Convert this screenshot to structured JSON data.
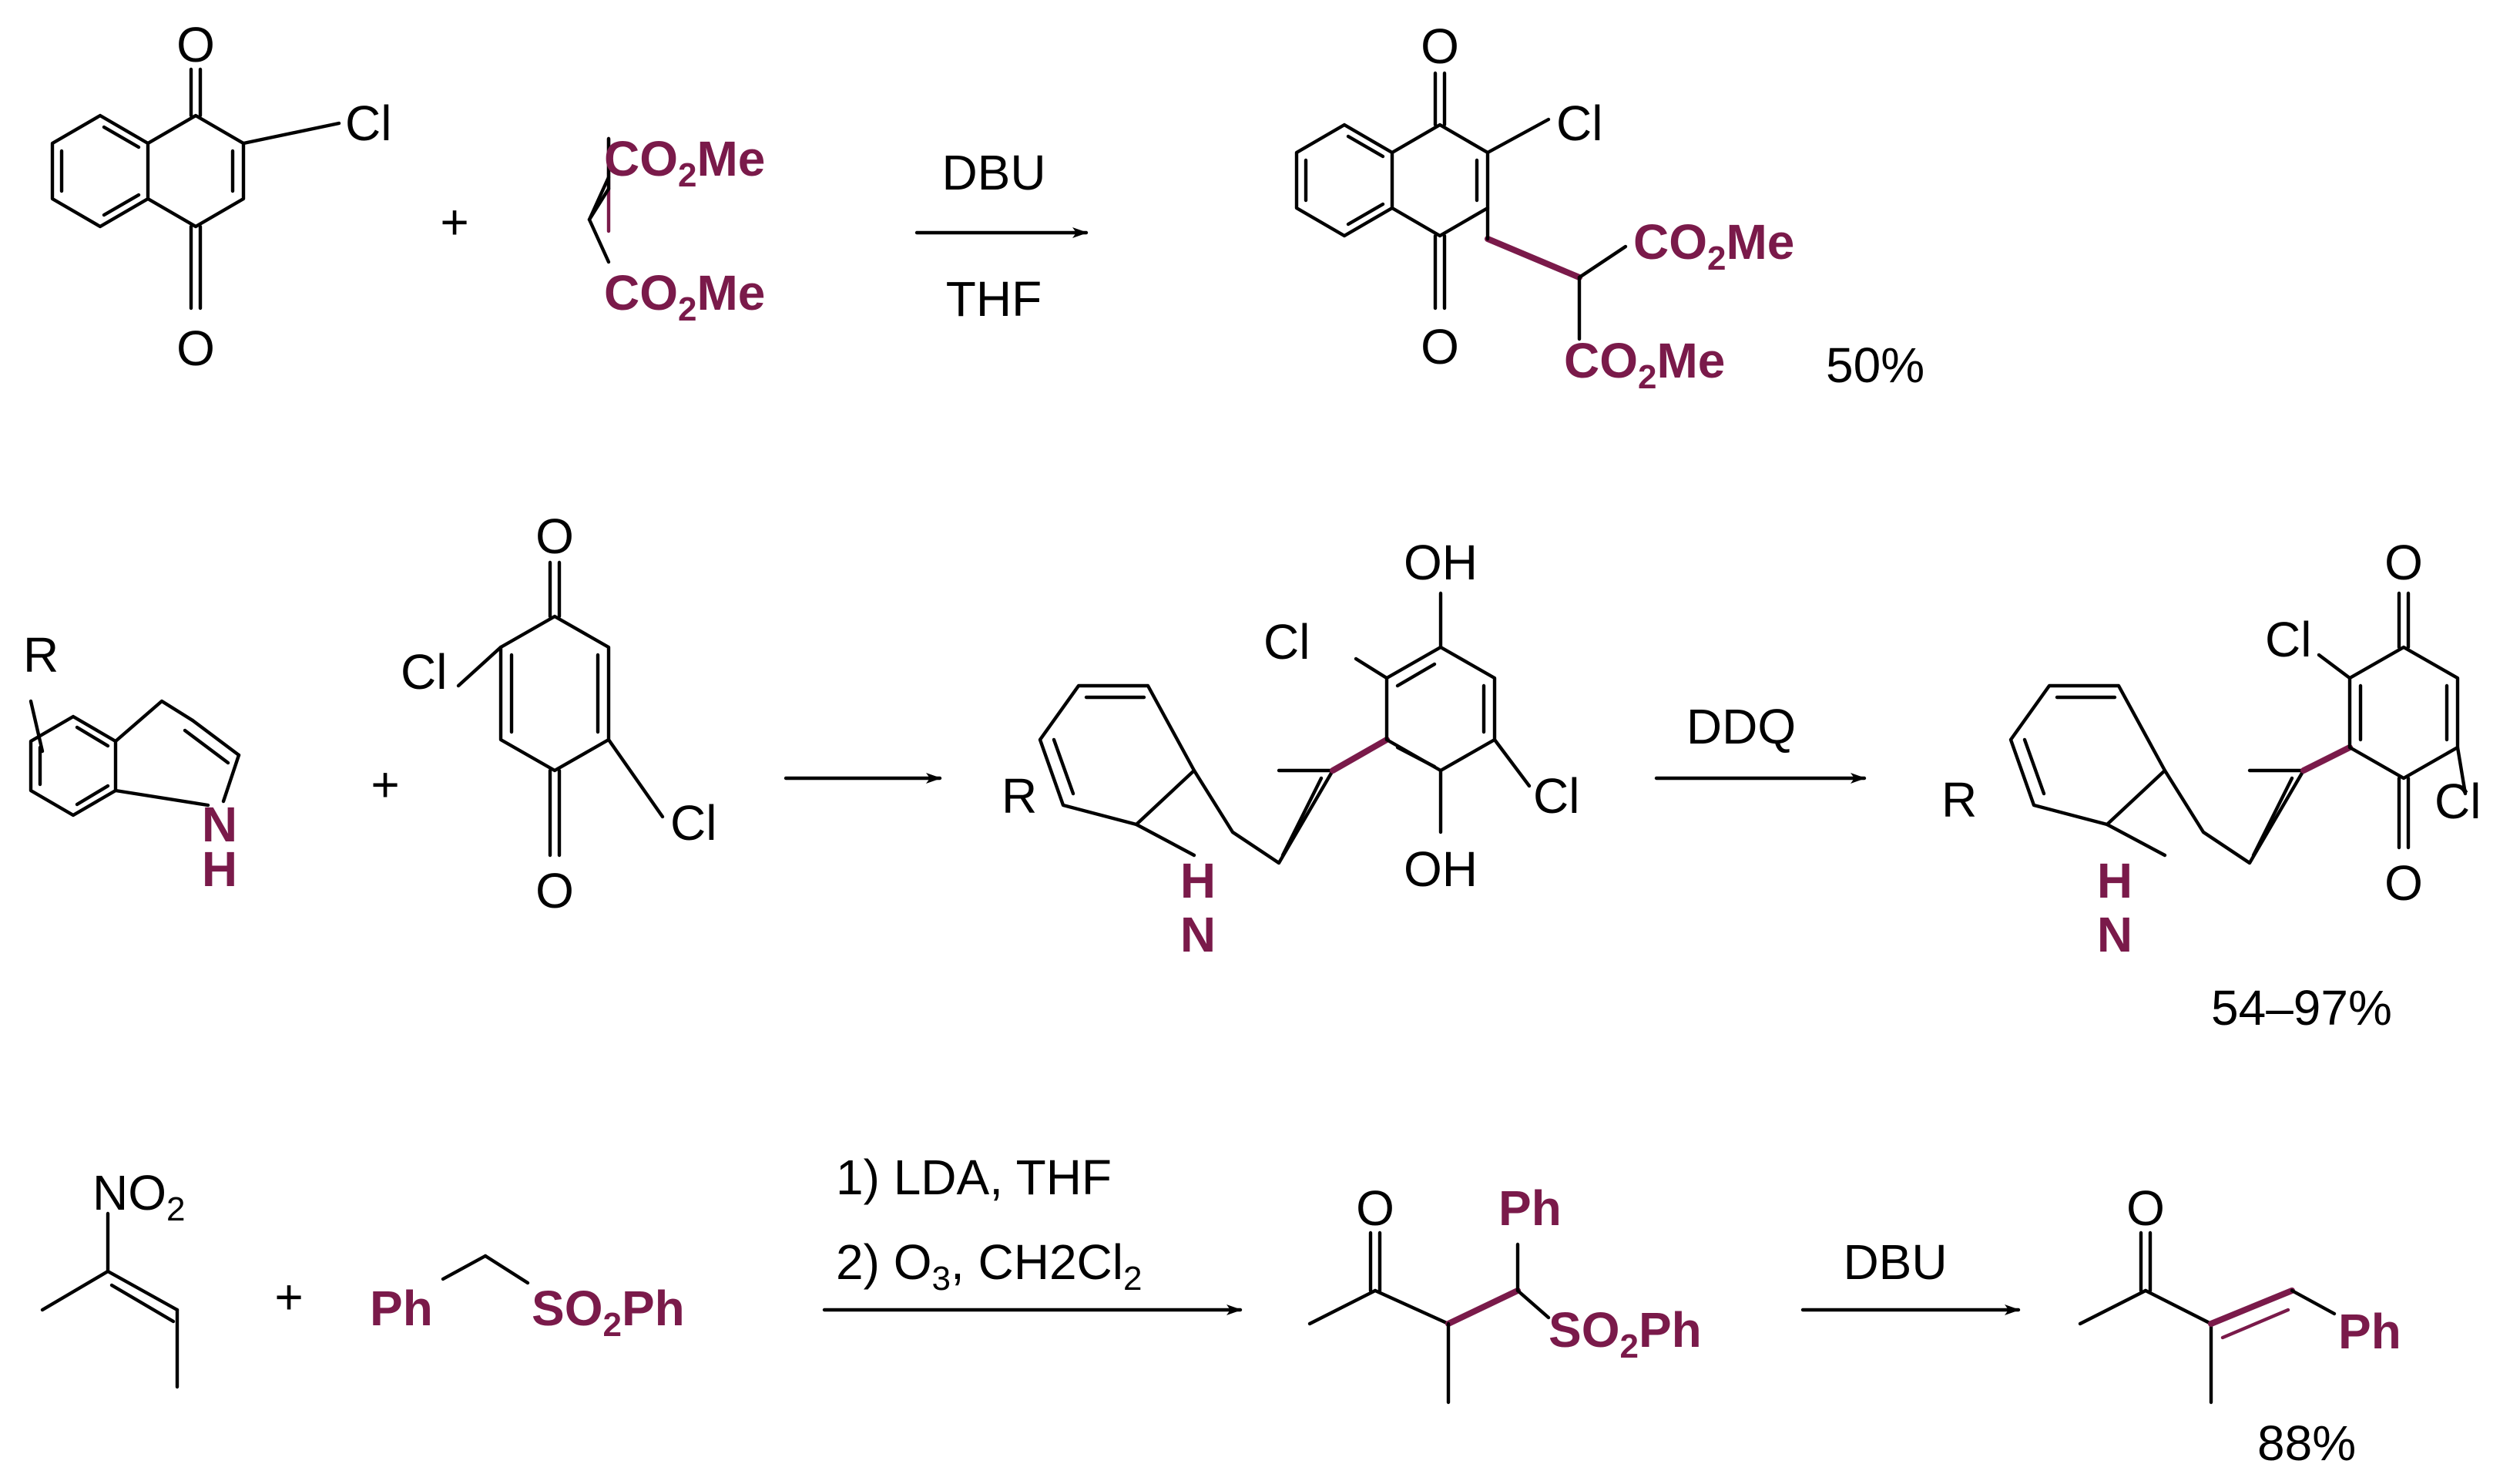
{
  "colors": {
    "ink": "#000000",
    "highlight": "#7a1a4a"
  },
  "atoms": {
    "O": "O",
    "Cl": "Cl",
    "OH": "OH",
    "N": "N",
    "H": "H",
    "R": "R",
    "Ph": "Ph",
    "CO": "CO",
    "Me": "Me",
    "SO": "SO",
    "NO": "NO",
    "sub2": "2",
    "plus": "+"
  },
  "reaction1": {
    "reagent_top": "DBU",
    "reagent_bottom": "THF",
    "yield": "50%"
  },
  "reaction2": {
    "reagent": "DDQ",
    "yield": "54–97%"
  },
  "reaction3": {
    "step1": "1) LDA, THF",
    "step2_prefix": "2) O",
    "step2_sub": "3",
    "step2_mid": ", CH2Cl",
    "step2_sub2": "2",
    "reagent2": "DBU",
    "yield": "88%"
  }
}
